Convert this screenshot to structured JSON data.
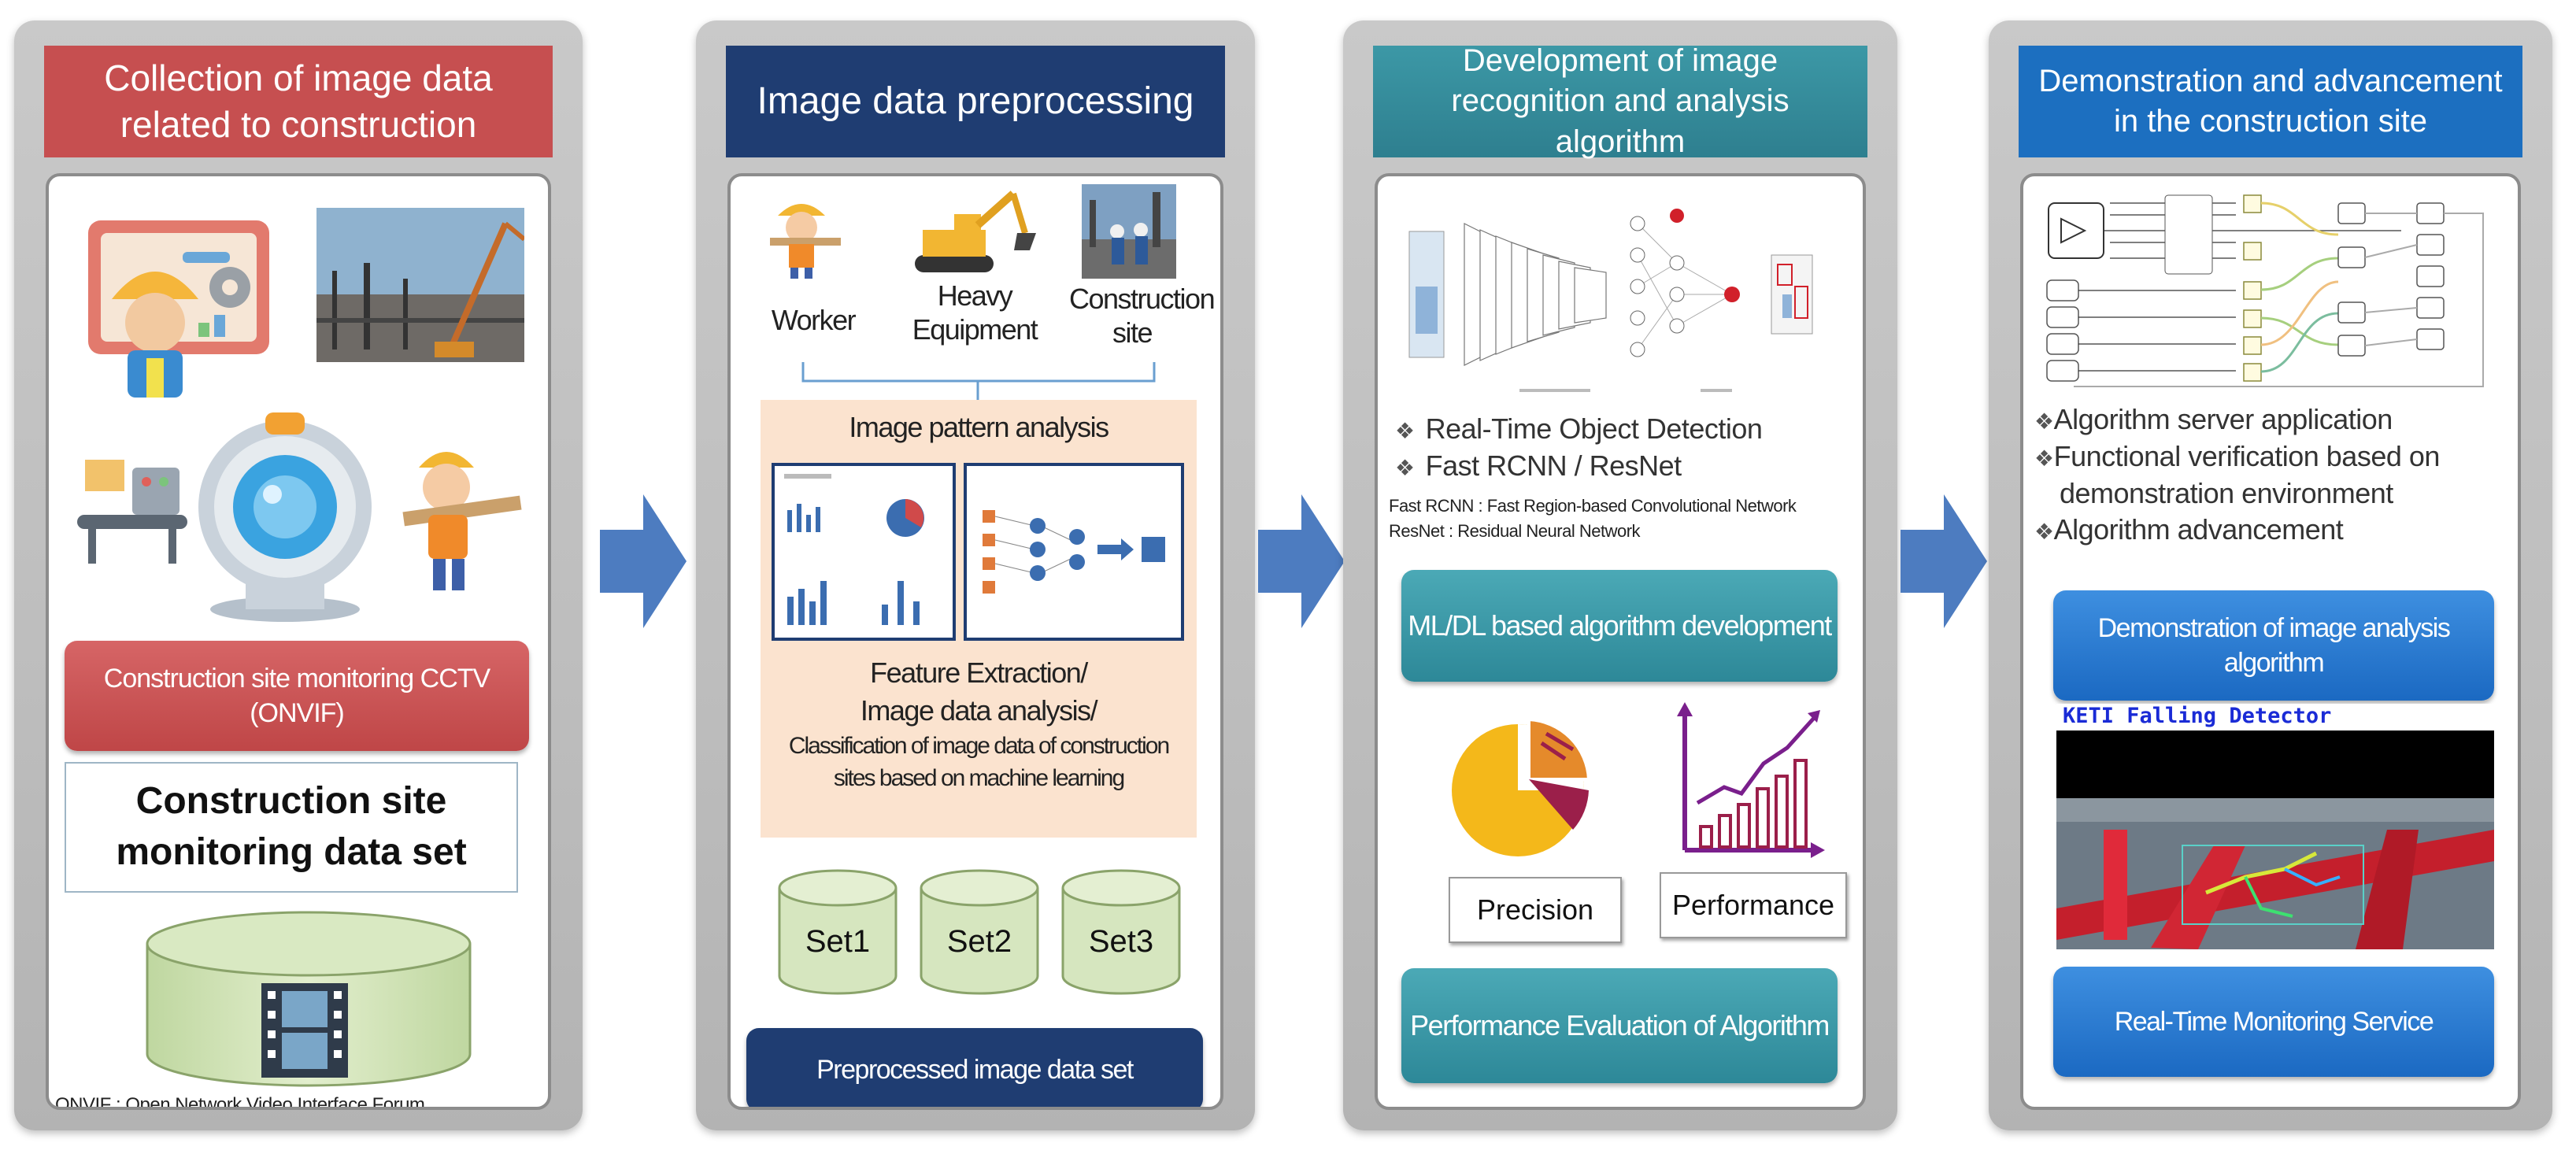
{
  "panels": [
    {
      "title": "Collection of image data related to construction",
      "cctv_label": "Construction site monitoring CCTV (ONVIF)",
      "dataset_label": "Construction site monitoring data set",
      "footnote": "ONVIF : Open Network Video Interface Forum"
    },
    {
      "title": "Image data preprocessing",
      "categories": [
        "Worker",
        "Heavy Equipment",
        "Construction site"
      ],
      "pattern_title": "Image pattern analysis",
      "feature_text": [
        "Feature Extraction/",
        "Image data analysis/",
        "Classification of image data of construction sites based on machine learning"
      ],
      "sets": [
        "Set1",
        "Set2",
        "Set3"
      ],
      "output_label": "Preprocessed image data set"
    },
    {
      "title": "Development of image recognition and analysis algorithm",
      "bullets": [
        "Real-Time Object Detection",
        "Fast RCNN / ResNet"
      ],
      "bullet_symbol": "❖",
      "notes": [
        "Fast RCNN : Fast Region-based Convolutional Network",
        "ResNet : Residual Neural Network"
      ],
      "dev_label": "ML/DL based algorithm development",
      "metrics": [
        "Precision",
        "Performance"
      ],
      "eval_label": "Performance Evaluation of Algorithm"
    },
    {
      "title": "Demonstration and advancement in the construction site",
      "bullets": [
        "Algorithm server application",
        "Functional verification based on demonstration environment",
        "Algorithm advancement"
      ],
      "bullet_symbol": "❖",
      "demo_label": "Demonstration of image analysis algorithm",
      "detector_title": "KETI Falling Detector",
      "service_label": "Real-Time Monitoring Service"
    }
  ],
  "colors": {
    "red": "#c64f50",
    "navy": "#1f3d72",
    "teal": "#2e8a99",
    "blue": "#1c6fc0",
    "arrow": "#4d7cc0"
  }
}
